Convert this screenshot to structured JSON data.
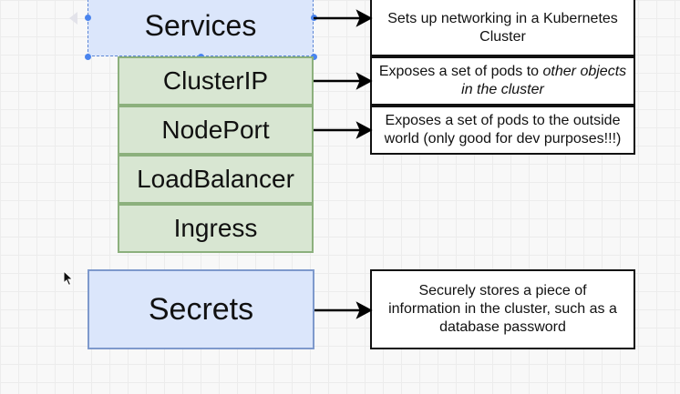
{
  "services": {
    "label": "Services",
    "description": "Sets up networking in a Kubernetes Cluster",
    "types": [
      {
        "label": "ClusterIP"
      },
      {
        "label": "NodePort"
      },
      {
        "label": "LoadBalancer"
      },
      {
        "label": "Ingress"
      }
    ]
  },
  "clusterip": {
    "desc_plain": "Exposes a set of pods to ",
    "desc_italic": "other objects in the cluster"
  },
  "nodeport": {
    "description": "Exposes a set of pods to the outside world (only good for dev purposes!!!)"
  },
  "secrets": {
    "label": "Secrets",
    "description": "Securely stores a piece of information in the cluster, such as a database password"
  },
  "colors": {
    "services_fill": "#dbe6fb",
    "services_border": "#7e99cc",
    "type_fill": "#d8e6d2",
    "type_border": "#8cb07d",
    "selection_handle": "#4a84ee"
  }
}
